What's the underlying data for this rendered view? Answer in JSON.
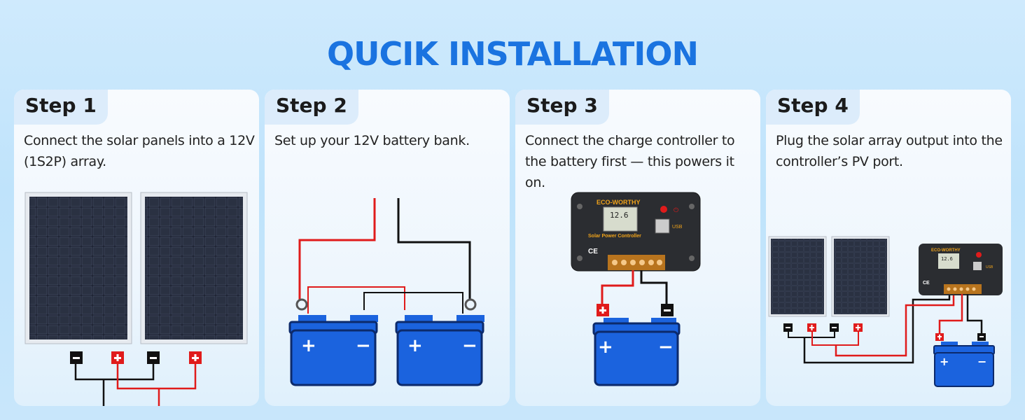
{
  "title": "QUCIK INSTALLATION",
  "steps": [
    {
      "label": "Step 1",
      "text": "Connect the solar panels into a 12V (1S2P) array."
    },
    {
      "label": "Step 2",
      "text": "Set up your 12V battery bank."
    },
    {
      "label": "Step 3",
      "text": "Connect the charge controller to the battery first — this powers it on."
    },
    {
      "label": "Step 4",
      "text": "Plug the solar array output into the controller’s PV port."
    }
  ],
  "controller": {
    "brand": "ECO-WORTHY",
    "model": "Solar Power Controller",
    "display": "12.6",
    "usb": "USB",
    "ce": "CE"
  },
  "symbols": {
    "plus": "+",
    "minus": "−"
  },
  "colors": {
    "accent": "#1a73e0",
    "battery": "#1b63de",
    "wire_positive": "#e01b1b",
    "wire_negative": "#111111"
  }
}
